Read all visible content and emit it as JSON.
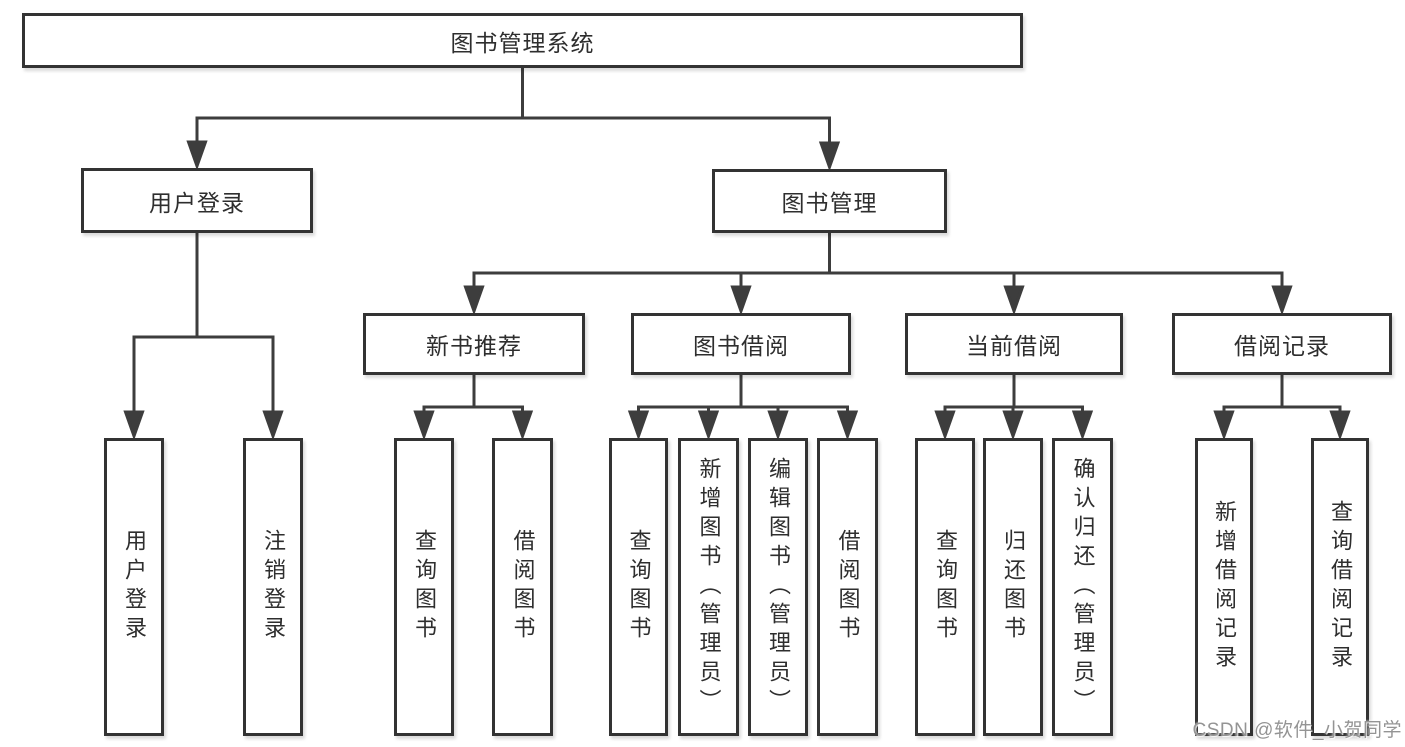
{
  "diagram_title": "图书管理系统",
  "nodes": [
    {
      "id": "root",
      "label": "图书管理系统",
      "parent": null
    },
    {
      "id": "user-login",
      "label": "用户登录",
      "parent": "root"
    },
    {
      "id": "book-mgmt",
      "label": "图书管理",
      "parent": "root"
    },
    {
      "id": "new-book-rec",
      "label": "新书推荐",
      "parent": "book-mgmt"
    },
    {
      "id": "book-borrow",
      "label": "图书借阅",
      "parent": "book-mgmt"
    },
    {
      "id": "current-borrow",
      "label": "当前借阅",
      "parent": "book-mgmt"
    },
    {
      "id": "borrow-record",
      "label": "借阅记录",
      "parent": "book-mgmt"
    },
    {
      "id": "leaf-user-login",
      "label": "用户登录",
      "parent": "user-login"
    },
    {
      "id": "leaf-logout",
      "label": "注销登录",
      "parent": "user-login"
    },
    {
      "id": "leaf-nbr-query",
      "label": "查询图书",
      "parent": "new-book-rec"
    },
    {
      "id": "leaf-nbr-borrow",
      "label": "借阅图书",
      "parent": "new-book-rec"
    },
    {
      "id": "leaf-bb-query",
      "label": "查询图书",
      "parent": "book-borrow"
    },
    {
      "id": "leaf-bb-add",
      "label": "新增图书（管理员）",
      "parent": "book-borrow"
    },
    {
      "id": "leaf-bb-edit",
      "label": "编辑图书（管理员）",
      "parent": "book-borrow"
    },
    {
      "id": "leaf-bb-borrow",
      "label": "借阅图书",
      "parent": "book-borrow"
    },
    {
      "id": "leaf-cb-query",
      "label": "查询图书",
      "parent": "current-borrow"
    },
    {
      "id": "leaf-cb-return",
      "label": "归还图书",
      "parent": "current-borrow"
    },
    {
      "id": "leaf-cb-confirm",
      "label": "确认归还（管理员）",
      "parent": "current-borrow"
    },
    {
      "id": "leaf-br-add",
      "label": "新增借阅记录",
      "parent": "borrow-record"
    },
    {
      "id": "leaf-br-query",
      "label": "查询借阅记录",
      "parent": "borrow-record"
    }
  ],
  "watermark": {
    "text": "CSDN @软件_小贺同学"
  },
  "colors": {
    "line": "#3d3d3d",
    "box_border": "#333333",
    "text": "#2e2e2e",
    "watermark": "#949494",
    "background": "#ffffff"
  }
}
